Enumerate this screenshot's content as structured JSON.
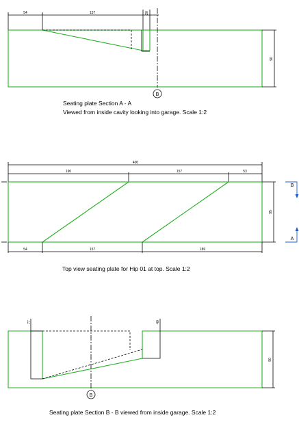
{
  "section_aa": {
    "dim_left": "54",
    "dim_mid": "157",
    "dim_top_small": "20",
    "dim_height": "90",
    "marker": "B",
    "caption_line1": "Seating plate Section A - A",
    "caption_line2": "Viewed from inside cavity looking into garage. Scale 1:2"
  },
  "top_view": {
    "dim_total": "400",
    "dim_top_left": "190",
    "dim_top_mid": "157",
    "dim_top_right": "53",
    "dim_bottom_left": "54",
    "dim_bottom_mid": "157",
    "dim_bottom_right": "189",
    "dim_height": "95",
    "marker_top": "B",
    "marker_bottom": "A",
    "caption": "Top view seating plate for Hip 01 at top. Scale 1:2"
  },
  "section_bb": {
    "dim_left_small": "77",
    "dim_right_small": "40",
    "dim_height": "90",
    "marker": "B",
    "caption": "Seating plate Section B - B viewed from inside garage. Scale 1:2"
  }
}
